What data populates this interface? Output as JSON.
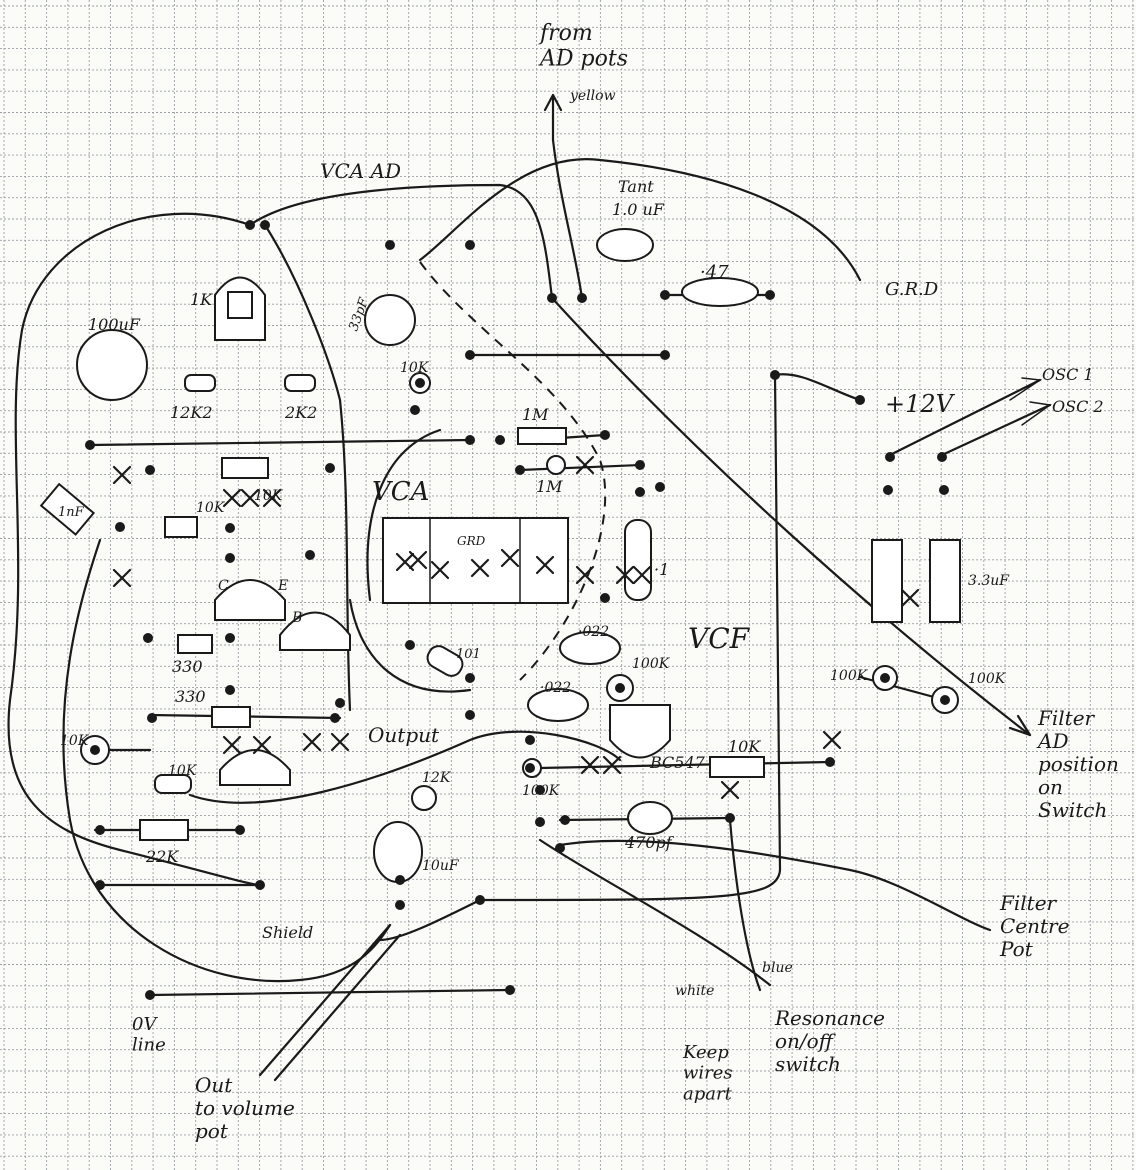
{
  "notes": {
    "from_ad_pots": "from\nAD pots",
    "yellow": "yellow",
    "vca_ad": "VCA AD",
    "tant": "Tant",
    "tant_value": "1.0 uF",
    "c47": "·47",
    "grd": "G.R.D",
    "plus12v": "+12V",
    "osc1": "OSC 1",
    "osc2": "OSC 2",
    "c100uf": "100uF",
    "c3_3uf": "3.3uF",
    "trim1k": "1K",
    "r12k2": "12K2",
    "r2k2": "2K2",
    "r10k_top": "10K",
    "r1m_a": "1M",
    "r1m_b": "1M",
    "vca": "VCA",
    "grd_chip": "GRD",
    "r10k_a": "10K",
    "r10k_b": "10K",
    "c1nf": "1nF",
    "c_1": "·1",
    "c_022_a": "·022",
    "c_022_b": "·022",
    "r100k_a": "100K",
    "r100k_b": "100K",
    "r100k_c": "100K",
    "vcf": "VCF",
    "r330_a": "330",
    "r330_b": "330",
    "bc547": "BC547",
    "r10k_c": "10K",
    "r10k_d": "10K",
    "r10k_e": "10K",
    "r12k_b": "12K",
    "output": "Output",
    "r100k_d": "100K",
    "c470pf": "470pf",
    "c10uf": "10uF",
    "r22k": "22K",
    "c101": "101",
    "c33": "33pF",
    "shield": "Shield",
    "filter_ad": "Filter\nAD\nposition\non\nSwitch",
    "filter_centre": "Filter\nCentre\nPot",
    "white": "white",
    "blue": "blue",
    "keep_wires": "Keep\nwires\napart",
    "resonance": "Resonance\non/off\nswitch",
    "ov_line": "0V\nline",
    "out_to_vol": "Out\nto volume\npot",
    "pin_c": "C",
    "pin_b": "B",
    "pin_e": "E"
  }
}
